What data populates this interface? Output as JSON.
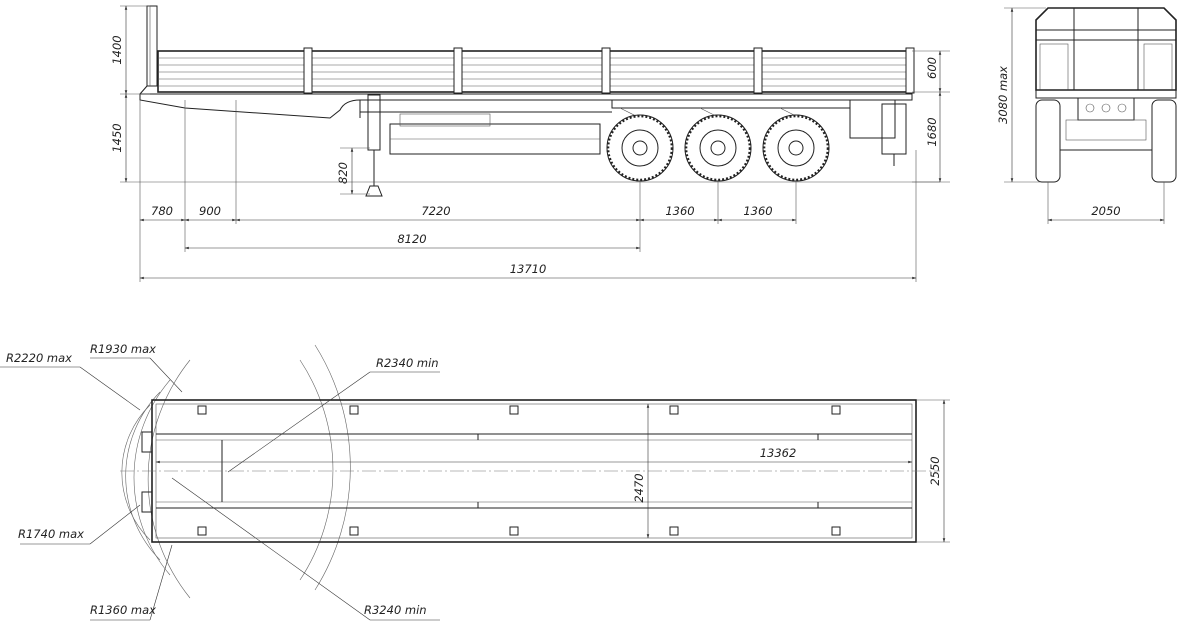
{
  "side_view": {
    "dim_front_height": "1400",
    "dim_rail_height": "1450",
    "dim_leg_height": "820",
    "dim_side_height": "600",
    "dim_total_height": "1680",
    "dim_780": "780",
    "dim_900": "900",
    "dim_7220": "7220",
    "dim_axle_1": "1360",
    "dim_axle_2": "1360",
    "dim_8120": "8120",
    "dim_overall_length": "13710"
  },
  "rear_view": {
    "dim_height_max": "3080 max",
    "dim_track": "2050"
  },
  "top_view": {
    "r_2220": "R2220 max",
    "r_1930": "R1930 max",
    "r_2340": "R2340 min",
    "r_1740": "R1740 max",
    "r_1360": "R1360 max",
    "r_3240": "R3240 min",
    "dim_platform_length": "13362",
    "dim_inner_width": "2470",
    "dim_overall_width": "2550"
  }
}
